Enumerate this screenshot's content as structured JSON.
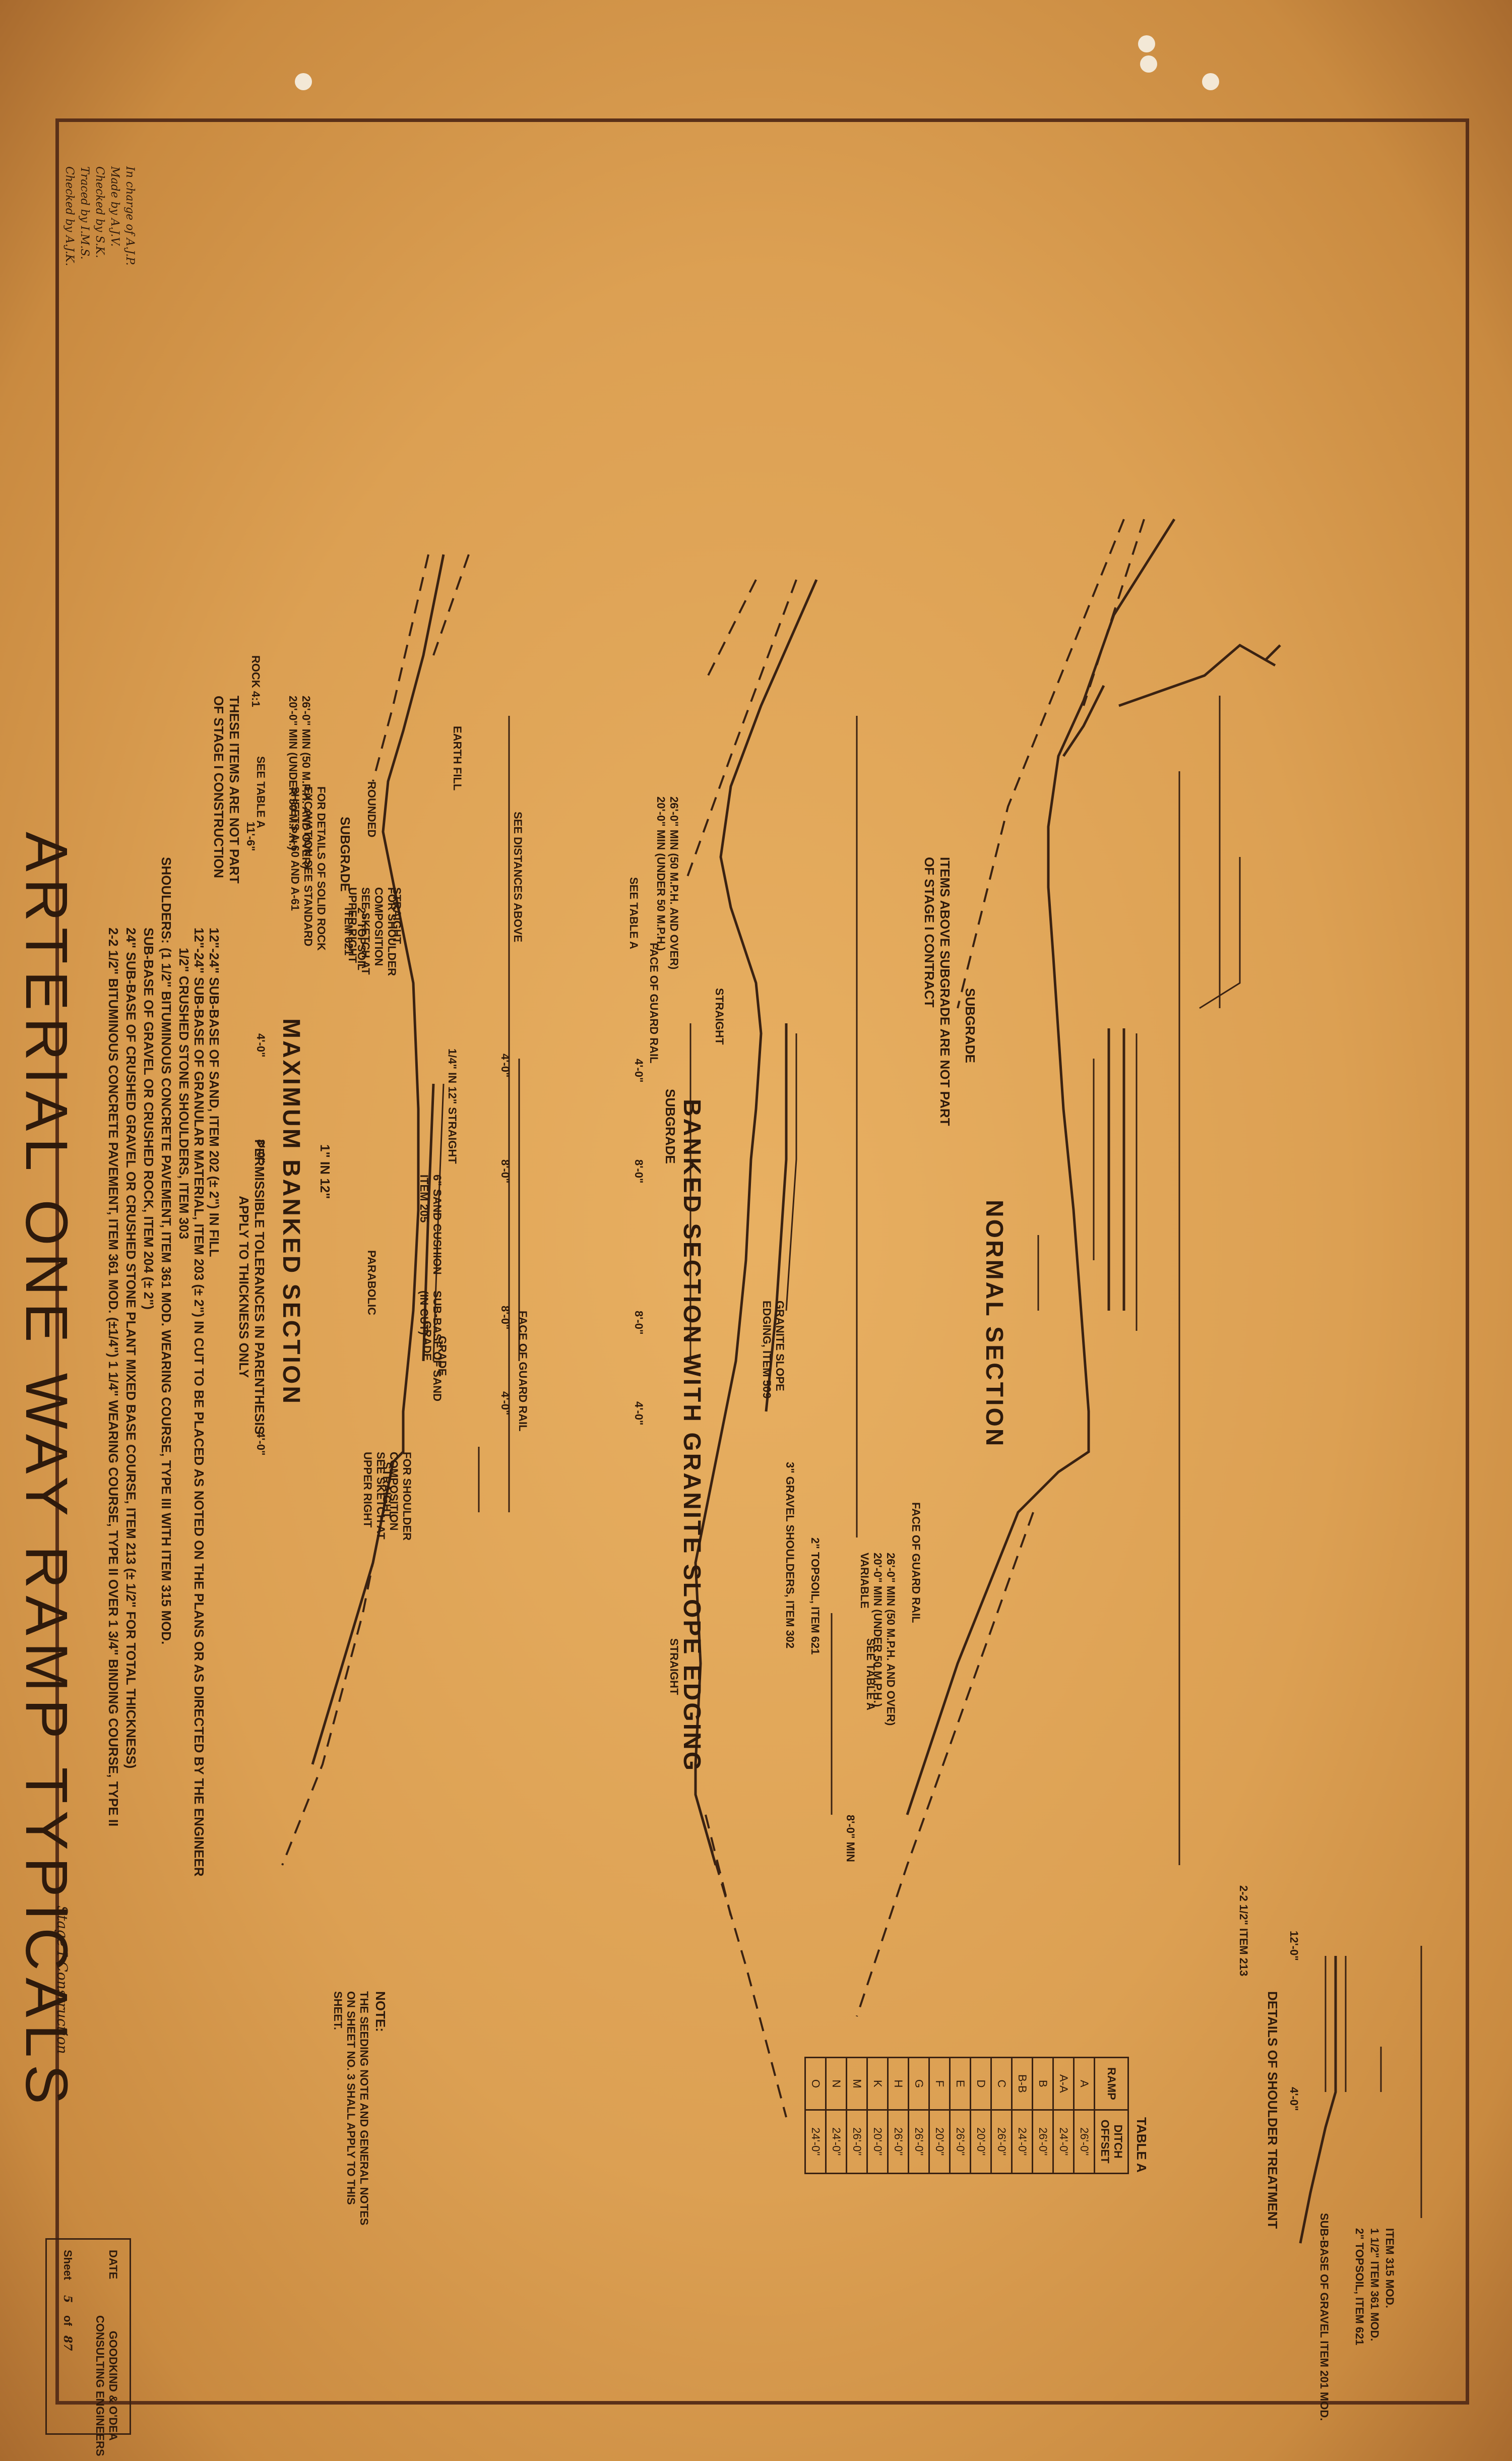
{
  "title": "ARTERIAL ONE WAY RAMP TYPICALS",
  "notes_top": {
    "not_part": "THESE ITEMS ARE NOT PART\nOF STAGE I CONSTRUCTION",
    "line1": "2-2 1/2\" BITUMINOUS CONCRETE PAVEMENT, ITEM 361 MOD. (±1/4\") 1 1/4\" WEARING COURSE, TYPE II OVER 1 3/4\" BINDING COURSE, TYPE II",
    "line2": "24\" SUB-BASE OF CRUSHED GRAVEL OR CRUSHED STONE PLANT MIXED BASE COURSE, ITEM 213 (± 1/2\" FOR TOTAL THICKNESS)",
    "line3": "SUB-BASE OF GRAVEL OR CRUSHED ROCK, ITEM 204 (± 2\")",
    "shoulders_label": "SHOULDERS:",
    "line4": "(1 1/2\" BITUMINOUS CONCRETE PAVEMENT, ITEM 361 MOD. WEARING COURSE, TYPE III WITH ITEM 315 MOD.",
    "line5": "1/2\" CRUSHED STONE SHOULDERS, ITEM 303",
    "line6": "12\"-24\" SUB-BASE OF GRANULAR MATERIAL, ITEM 203 (± 2\") IN CUT TO BE PLACED AS NOTED ON THE PLANS OR AS DIRECTED BY THE ENGINEER",
    "line7": "12\"-24\" SUB-BASE OF SAND, ITEM 202 (± 2\") IN FILL",
    "tolerance": "PERMISSIBLE TOLERANCES IN PARENTHESIS\nAPPLY TO THICKNESS ONLY"
  },
  "normal_section": {
    "name": "NORMAL SECTION",
    "subgrade": "SUBGRADE",
    "items_above": "ITEMS ABOVE SUBGRADE ARE NOT PART\nOF STAGE I CONTRACT",
    "see_table": "SEE TABLE A",
    "min_left": "26'-0\" MIN (50 M.P.H. AND OVER)\n20'-0\" MIN (UNDER 50 M.P.H.)",
    "rock": "ROCK 4:1",
    "earth_fill": "EARTH FILL",
    "rounded": "ROUNDED",
    "topsoil": "2\" TOPSOIL\nITEM 621",
    "for_shoulder": "FOR SHOULDER\nCOMPOSITION\nSEE SKETCH AT\nUPPER RIGHT",
    "parabolic": "PARABOLIC",
    "straight": "1/4\" IN 12\" STRAIGHT",
    "grade": "GRADE",
    "sand_cushion": "6\" SAND CUSHION\nITEM 205",
    "sub_base_sand": "SUB-BASE OF SAND\n(IN CUT)",
    "dim1": "4'-0\"",
    "dim2": "8'-0\"",
    "dim3": "11'-6\"",
    "dim4": "4'-0\""
  },
  "banked_section": {
    "name": "BANKED SECTION WITH GRANITE SLOPE EDGING",
    "subgrade": "SUBGRADE",
    "face_rail": "FACE OF GUARD RAIL",
    "see_table": "SEE TABLE A",
    "min_left": "26'-0\" MIN (50 M.P.H. AND OVER)\n20'-0\" MIN (UNDER 50 M.P.H.)",
    "min_right": "26'-0\" MIN (50 M.P.H. AND OVER)\n20'-0\" MIN (UNDER 50 M.P.H.)\nVARIABLE",
    "granite": "GRANITE SLOPE\nEDGING, ITEM 509",
    "gravel_shoulders": "3\" GRAVEL SHOULDERS, ITEM 302",
    "topsoil": "2\" TOPSOIL, ITEM 621",
    "straight": "STRAIGHT",
    "dim1": "4'-0\"",
    "dim2": "8'-0\"",
    "dim3": "8'-0\"",
    "dim4": "4'-0\"",
    "dim5": "8'-0\" MIN"
  },
  "max_banked_section": {
    "name": "MAXIMUM BANKED SECTION",
    "rate": "1\" IN 12\"",
    "subgrade": "SUBGRADE",
    "see_distances": "SEE DISTANCES ABOVE",
    "face_rail": "FACE OF GUARD RAIL",
    "rock_note": "FOR DETAILS OF SOLID ROCK\nEXCAVATION SEE STANDARD\nSHEETS A-60 AND A-61",
    "straight": "STRAIGHT",
    "grade": "GRADE",
    "dim1": "4'-0\"",
    "dim2": "8'-0\"",
    "dim3": "8'-0\"",
    "dim4": "4'-0\""
  },
  "shoulder_detail": {
    "name": "DETAILS OF SHOULDER TREATMENT",
    "dim_a": "12'-0\"",
    "dim_b": "4'-0\"",
    "lbl1": "ITEM 315 MOD.",
    "lbl2": "1 1/2\" ITEM 361 MOD.",
    "lbl3": "2-2 1/2\" ITEM 213",
    "lbl4": "SUB-BASE OF GRAVEL ITEM 201 MOD.",
    "lbl5": "2\" TOPSOIL, ITEM 621"
  },
  "table_a": {
    "title": "TABLE A",
    "col1": "RAMP",
    "col2": "DITCH\nOFFSET",
    "rows": [
      [
        "A",
        "26'-0\""
      ],
      [
        "A-A",
        "24'-0\""
      ],
      [
        "B",
        "26'-0\""
      ],
      [
        "B-B",
        "24'-0\""
      ],
      [
        "C",
        "26'-0\""
      ],
      [
        "D",
        "20'-0\""
      ],
      [
        "E",
        "26'-0\""
      ],
      [
        "F",
        "20'-0\""
      ],
      [
        "G",
        "26'-0\""
      ],
      [
        "H",
        "26'-0\""
      ],
      [
        "K",
        "20'-0\""
      ],
      [
        "M",
        "26'-0\""
      ],
      [
        "N",
        "24'-0\""
      ],
      [
        "O",
        "24'-0\""
      ]
    ]
  },
  "general_note": {
    "heading": "NOTE:",
    "text": "THE SEEDING NOTE AND GENERAL NOTES\nON SHEET NO. 3 SHALL APPLY TO THIS\nSHEET."
  },
  "stage_note": "Stage I Construction",
  "title_block": {
    "firm": "GOODKIND & O'DEA\nCONSULTING ENGINEERS",
    "date_label": "DATE",
    "sheet_label": "Sheet",
    "sheet_no": "5",
    "of_label": "of",
    "sheet_total": "87"
  },
  "checks": {
    "lines": [
      "In charge of   A.J.P.",
      "Made by   A.J.V.",
      "Checked by   S.K.",
      "Traced by   I.M.S.",
      "Checked by   A.J.K."
    ]
  }
}
